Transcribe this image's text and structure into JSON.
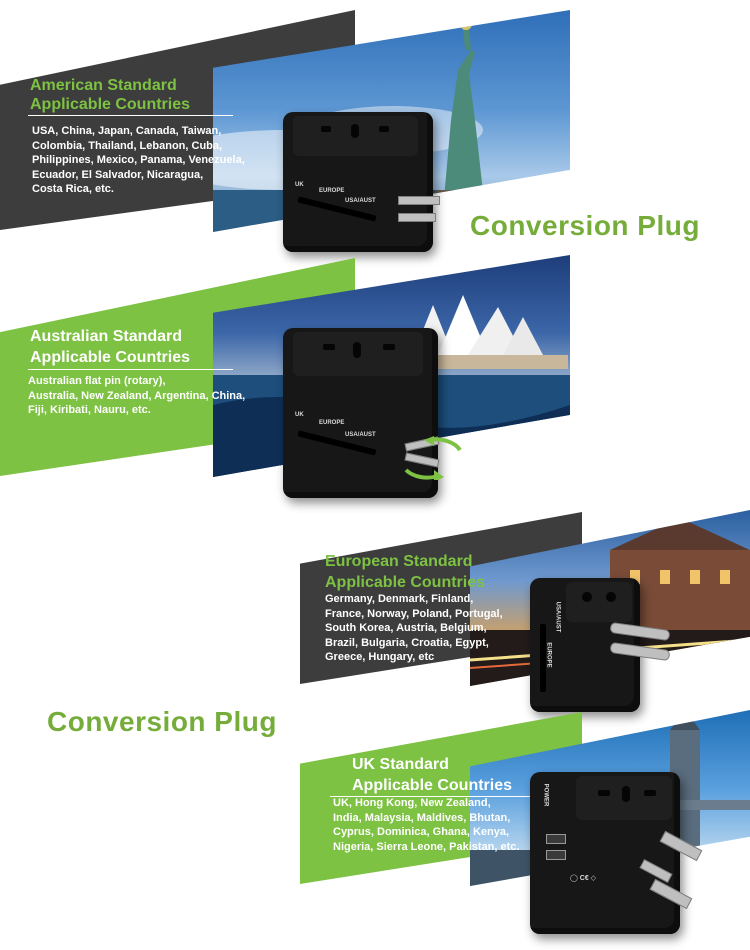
{
  "conversion_title": "Conversion Plug",
  "sections": [
    {
      "title_line1": "American Standard",
      "title_line2": "Applicable Countries",
      "countries": [
        "USA, China, Japan, Canada, Taiwan,",
        "Colombia, Thailand, Lebanon, Cuba,",
        "Philippines, Mexico, Panama, Venezuela,",
        "Ecuador, El Salvador, Nicaragua,",
        "Costa Rica, etc."
      ]
    },
    {
      "title_line1": "Australian Standard",
      "title_line2": "Applicable Countries",
      "countries": [
        "Australian flat pin (rotary),",
        "Australia, New Zealand, Argentina, China,",
        "Fiji, Kiribati, Nauru, etc."
      ]
    },
    {
      "title_line1": "European Standard",
      "title_line2": "Applicable Countries",
      "countries": [
        "Germany, Denmark, Finland,",
        "France, Norway, Poland, Portugal,",
        "South Korea, Austria, Belgium,",
        "Brazil, Bulgaria, Croatia, Egypt,",
        "Greece, Hungary, etc"
      ]
    },
    {
      "title_line1": "UK Standard",
      "title_line2": "Applicable Countries",
      "countries": [
        "UK, Hong Kong, New Zealand,",
        "India, Malaysia, Maldives, Bhutan,",
        "Cyprus, Dominica, Ghana, Kenya,",
        "Nigeria, Sierra Leone, Pakistan, etc."
      ]
    }
  ],
  "adapter_labels": {
    "uk": "UK",
    "europe": "EUROPE",
    "usa_aust": "USA/AUST",
    "power": "POWER"
  },
  "colors": {
    "green": "#7dc242",
    "dark": "#3d3d3d",
    "title_green": "#76ad3a"
  }
}
